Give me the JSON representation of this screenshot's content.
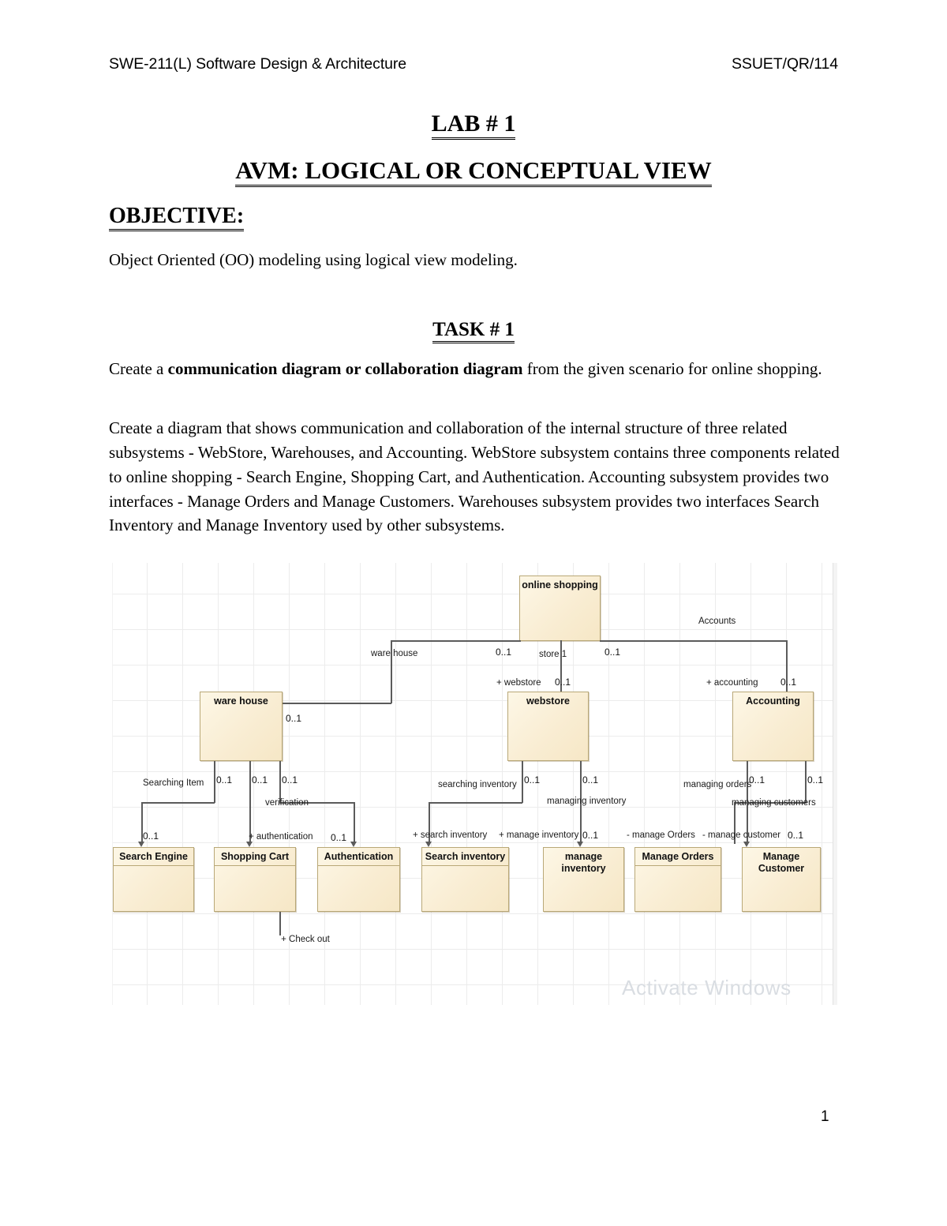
{
  "header": {
    "course": "SWE-211(L) Software Design & Architecture",
    "doc_code": "SSUET/QR/114"
  },
  "titles": {
    "lab": "LAB # 1",
    "subject": "AVM: LOGICAL OR CONCEPTUAL VIEW",
    "objective_heading": "OBJECTIVE:",
    "task_heading": "TASK # 1"
  },
  "body": {
    "objective_text": "Object Oriented (OO) modeling using logical view modeling.",
    "task_lead": "Create a ",
    "task_bold": "communication diagram or collaboration diagram",
    "task_tail": " from the given scenario for online shopping.",
    "scenario": "Create a diagram that shows communication and collaboration of the internal structure of three related subsystems - WebStore, Warehouses, and Accounting. WebStore subsystem contains three components related to online shopping - Search Engine, Shopping Cart, and Authentication. Accounting subsystem provides two interfaces - Manage Orders and Manage Customers. Warehouses subsystem provides two interfaces Search Inventory and Manage Inventory used by other subsystems."
  },
  "diagram": {
    "root": "online shopping",
    "subsystems": [
      {
        "name": "ware house"
      },
      {
        "name": "webstore"
      },
      {
        "name": "Accounting"
      }
    ],
    "components": [
      {
        "name": "Search Engine"
      },
      {
        "name": "Shopping Cart"
      },
      {
        "name": "Authentication"
      },
      {
        "name": "Search inventory"
      },
      {
        "name": "manage inventory"
      },
      {
        "name": "Manage Orders"
      },
      {
        "name": "Manage Customer"
      }
    ],
    "role_labels": {
      "warehouse_role": "ware house",
      "store_role": "store 1",
      "accounts_role": "Accounts",
      "webstore_port": "+ webstore",
      "accounting_port": "+ accounting",
      "searching_item": "Searching Item",
      "verification": "verification",
      "searching_inventory": "searching inventory",
      "managing_inventory": "managing  inventory",
      "managing_orders": "managing orders",
      "managing_customers": "managing customers",
      "authentication_port": "+ authentication",
      "search_inventory_port": "+ search inventory",
      "manage_inventory_port": "+ manage inventory",
      "manage_orders_port": "- manage Orders",
      "manage_customer_port": "- manage customer",
      "check_out": "+ Check out"
    },
    "multiplicities": {
      "m1": "0..1",
      "m2": "0..1",
      "m3": "0..1",
      "m4": "0..1",
      "m5": "0..1",
      "m6": "0..1",
      "m7": "0..1",
      "m8": "0..1",
      "m9": "0..1",
      "m10": "0..1",
      "m11": "0..1",
      "m12": "0..1",
      "m13": "0..1",
      "m14": "0..1",
      "m15": "0..1",
      "m16": "0..1",
      "m17": "0..1",
      "m18": "0..1"
    },
    "watermark": "Activate Windows"
  },
  "footer": {
    "page_number": "1"
  },
  "colors": {
    "node_fill": "#f9edd3",
    "node_border": "#b9a877",
    "line": "#5b5b5b",
    "grid": "#ececec"
  }
}
